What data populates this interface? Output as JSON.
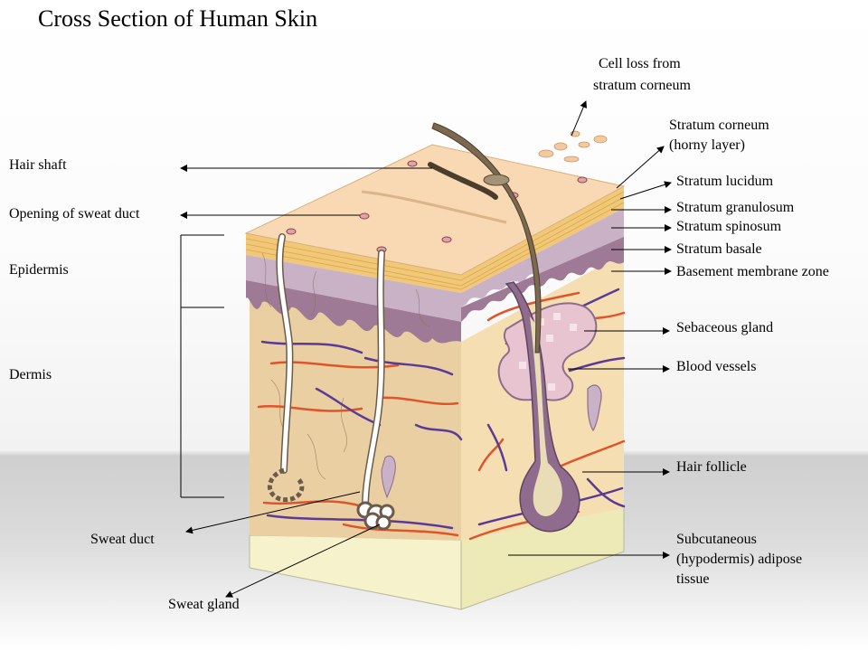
{
  "title": "Cross Section of Human Skin",
  "labels": {
    "hair_shaft": "Hair shaft",
    "opening_sweat_duct": "Opening of sweat duct",
    "epidermis": "Epidermis",
    "dermis": "Dermis",
    "sweat_duct": "Sweat duct",
    "sweat_gland": "Sweat gland",
    "cell_loss_line1": "Cell loss from",
    "cell_loss_line2": "stratum corneum",
    "stratum_corneum_line1": "Stratum corneum",
    "stratum_corneum_line2": "(horny layer)",
    "stratum_lucidum": "Stratum lucidum",
    "stratum_granulosum": "Stratum granulosum",
    "stratum_spinosum": "Stratum spinosum",
    "stratum_basale": "Stratum basale",
    "basement_membrane": "Basement membrane zone",
    "sebaceous_gland": "Sebaceous gland",
    "blood_vessels": "Blood vessels",
    "hair_follicle": "Hair follicle",
    "subcutaneous_line1": "Subcutaneous",
    "subcutaneous_line2": "(hypodermis) adipose",
    "subcutaneous_line3": "tissue"
  },
  "colors": {
    "corneum_top": "#f9d9b3",
    "granulosum_band": "#f0c877",
    "spinosum_band": "#c9b2c6",
    "basale_band": "#9e7a96",
    "dermis_front": "#e9cfa1",
    "dermis_side": "#f3dcae",
    "hypodermis": "#f6f2cc",
    "artery": "#e0542a",
    "vein": "#5a3a96",
    "follicle": "#8f6c8e",
    "sebaceous": "#e8c3d0"
  }
}
